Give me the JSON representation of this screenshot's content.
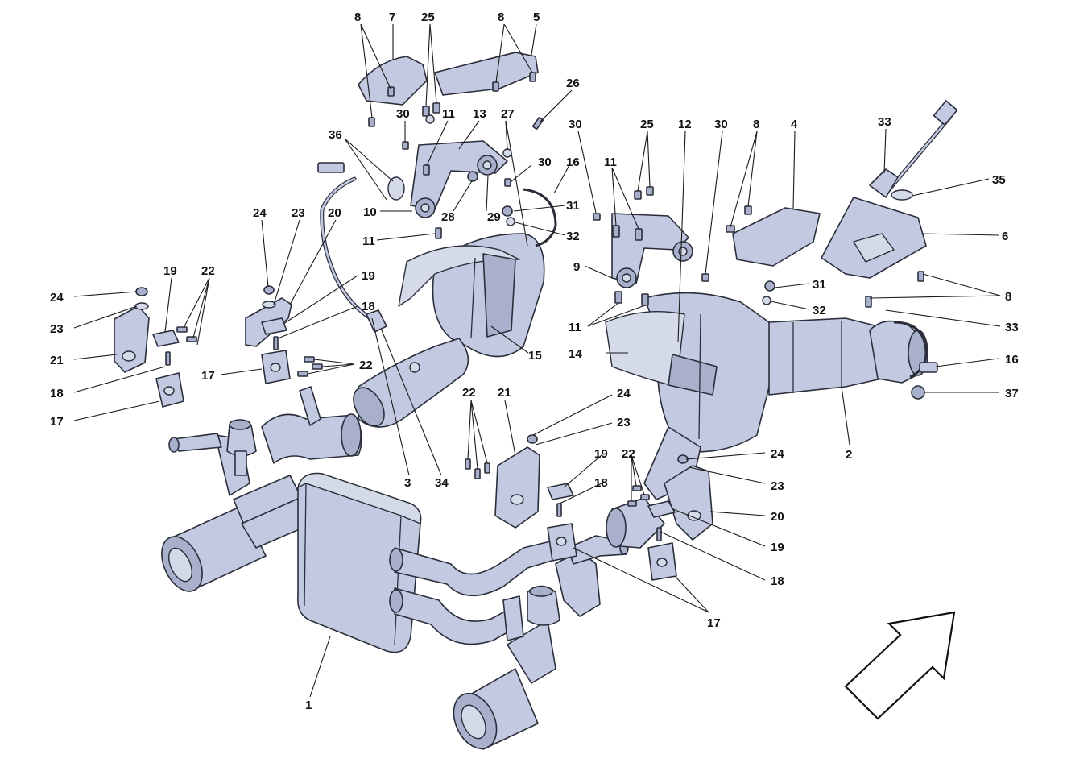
{
  "callouts": [
    {
      "id": "c-8a",
      "text": "8"
    },
    {
      "id": "c-7",
      "text": "7"
    },
    {
      "id": "c-25a",
      "text": "25"
    },
    {
      "id": "c-8b",
      "text": "8"
    },
    {
      "id": "c-5",
      "text": "5"
    },
    {
      "id": "c-26",
      "text": "26"
    },
    {
      "id": "c-30a",
      "text": "30"
    },
    {
      "id": "c-11a",
      "text": "11"
    },
    {
      "id": "c-13",
      "text": "13"
    },
    {
      "id": "c-27",
      "text": "27"
    },
    {
      "id": "c-36",
      "text": "36"
    },
    {
      "id": "c-30b",
      "text": "30"
    },
    {
      "id": "c-16a",
      "text": "16"
    },
    {
      "id": "c-10",
      "text": "10"
    },
    {
      "id": "c-28",
      "text": "28"
    },
    {
      "id": "c-29",
      "text": "29"
    },
    {
      "id": "c-31a",
      "text": "31"
    },
    {
      "id": "c-32a",
      "text": "32"
    },
    {
      "id": "c-11b",
      "text": "11"
    },
    {
      "id": "c-30c",
      "text": "30"
    },
    {
      "id": "c-25b",
      "text": "25"
    },
    {
      "id": "c-12",
      "text": "12"
    },
    {
      "id": "c-30d",
      "text": "30"
    },
    {
      "id": "c-8c",
      "text": "8"
    },
    {
      "id": "c-4",
      "text": "4"
    },
    {
      "id": "c-33a",
      "text": "33"
    },
    {
      "id": "c-35",
      "text": "35"
    },
    {
      "id": "c-6",
      "text": "6"
    },
    {
      "id": "c-11c",
      "text": "11"
    },
    {
      "id": "c-9",
      "text": "9"
    },
    {
      "id": "c-31b",
      "text": "31"
    },
    {
      "id": "c-32b",
      "text": "32"
    },
    {
      "id": "c-8d",
      "text": "8"
    },
    {
      "id": "c-11d",
      "text": "11"
    },
    {
      "id": "c-33b",
      "text": "33"
    },
    {
      "id": "c-14",
      "text": "14"
    },
    {
      "id": "c-16b",
      "text": "16"
    },
    {
      "id": "c-37",
      "text": "37"
    },
    {
      "id": "c-2",
      "text": "2"
    },
    {
      "id": "c-24a",
      "text": "24"
    },
    {
      "id": "c-23a",
      "text": "23"
    },
    {
      "id": "c-20a",
      "text": "20"
    },
    {
      "id": "c-19a",
      "text": "19"
    },
    {
      "id": "c-22a",
      "text": "22"
    },
    {
      "id": "c-19b",
      "text": "19"
    },
    {
      "id": "c-18a",
      "text": "18"
    },
    {
      "id": "c-24b",
      "text": "24"
    },
    {
      "id": "c-23b",
      "text": "23"
    },
    {
      "id": "c-21a",
      "text": "21"
    },
    {
      "id": "c-18b",
      "text": "18"
    },
    {
      "id": "c-17a",
      "text": "17"
    },
    {
      "id": "c-17b",
      "text": "17"
    },
    {
      "id": "c-22b",
      "text": "22"
    },
    {
      "id": "c-15",
      "text": "15"
    },
    {
      "id": "c-3",
      "text": "3"
    },
    {
      "id": "c-34",
      "text": "34"
    },
    {
      "id": "c-22c",
      "text": "22"
    },
    {
      "id": "c-21b",
      "text": "21"
    },
    {
      "id": "c-24c",
      "text": "24"
    },
    {
      "id": "c-23c",
      "text": "23"
    },
    {
      "id": "c-19c",
      "text": "19"
    },
    {
      "id": "c-18c",
      "text": "18"
    },
    {
      "id": "c-22d",
      "text": "22"
    },
    {
      "id": "c-24d",
      "text": "24"
    },
    {
      "id": "c-23d",
      "text": "23"
    },
    {
      "id": "c-20b",
      "text": "20"
    },
    {
      "id": "c-19d",
      "text": "19"
    },
    {
      "id": "c-18d",
      "text": "18"
    },
    {
      "id": "c-17c",
      "text": "17"
    },
    {
      "id": "c-1",
      "text": "1"
    }
  ]
}
